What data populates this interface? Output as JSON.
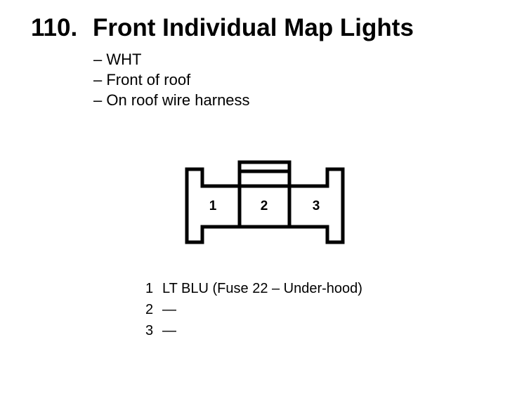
{
  "header": {
    "number": "110.",
    "title": "Front Individual Map Lights"
  },
  "notes": [
    "– WHT",
    "– Front of roof",
    "– On roof wire harness"
  ],
  "connector": {
    "cavities": [
      "1",
      "2",
      "3"
    ]
  },
  "pinout": [
    {
      "pin": "1",
      "desc": "LT BLU (Fuse 22 – Under-hood)"
    },
    {
      "pin": "2",
      "desc": "—"
    },
    {
      "pin": "3",
      "desc": "—"
    }
  ]
}
